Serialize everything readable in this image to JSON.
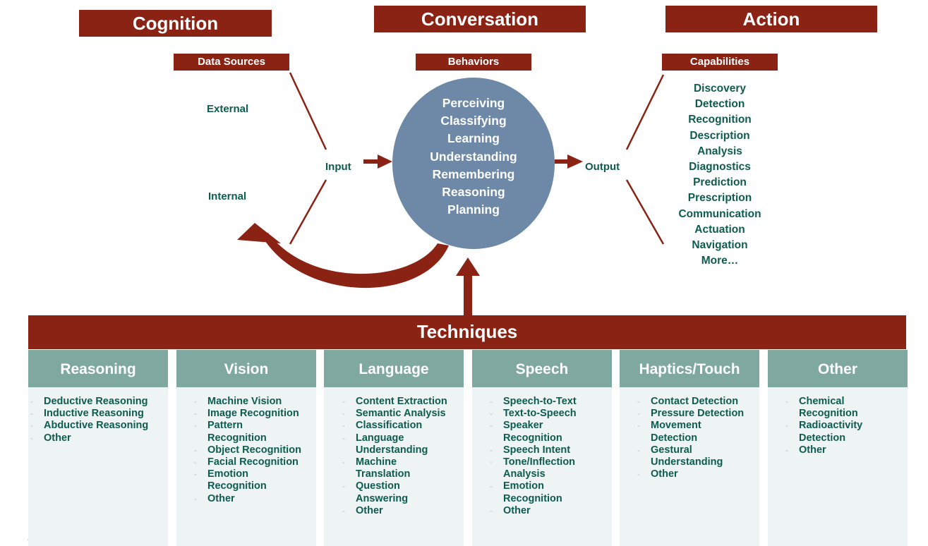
{
  "headers": {
    "cognition": "Cognition",
    "conversation": "Conversation",
    "action": "Action"
  },
  "subheaders": {
    "data_sources": "Data Sources",
    "behaviors": "Behaviors",
    "capabilities": "Capabilities"
  },
  "data_sources": {
    "external": "External",
    "internal": "Internal"
  },
  "flow": {
    "input": "Input",
    "output": "Output"
  },
  "behaviors": [
    "Perceiving",
    "Classifying",
    "Learning",
    "Understanding",
    "Remembering",
    "Reasoning",
    "Planning"
  ],
  "capabilities": [
    "Discovery",
    "Detection",
    "Recognition",
    "Description",
    "Analysis",
    "Diagnostics",
    "Prediction",
    "Prescription",
    "Communication",
    "Actuation",
    "Navigation",
    "More…"
  ],
  "techniques": {
    "title": "Techniques",
    "columns": [
      {
        "name": "Reasoning",
        "items": [
          "Deductive Reasoning",
          "Inductive Reasoning",
          "Abductive Reasoning",
          "Other"
        ]
      },
      {
        "name": "Vision",
        "items": [
          "Machine Vision",
          "Image Recognition",
          "Pattern",
          "Recognition",
          "Object Recognition",
          "Facial Recognition",
          "Emotion",
          "Recognition",
          "Other"
        ]
      },
      {
        "name": "Language",
        "items": [
          "Content Extraction",
          "Semantic Analysis",
          "Classification",
          "Language",
          "Understanding",
          "Machine",
          "Translation",
          "Question",
          "Answering",
          "Other"
        ]
      },
      {
        "name": "Speech",
        "items": [
          "Speech-to-Text",
          "Text-to-Speech",
          "Speaker",
          "Recognition",
          "Speech Intent",
          "Tone/Inflection",
          "Analysis",
          "Emotion",
          "Recognition",
          "Other"
        ]
      },
      {
        "name": "Haptics/Touch",
        "items": [
          "Contact Detection",
          "Pressure Detection",
          "Movement",
          "Detection",
          "Gestural",
          "Understanding",
          "Other"
        ]
      },
      {
        "name": "Other",
        "items": [
          "Chemical",
          "Recognition",
          "Radioactivity",
          "Detection",
          "Other"
        ]
      }
    ]
  },
  "colors": {
    "dark_red": "#8b2315",
    "green_text": "#0d5c4f",
    "circle": "#6e88a8",
    "column_head": "#7fa8a0",
    "column_body": "#eef3f4"
  }
}
